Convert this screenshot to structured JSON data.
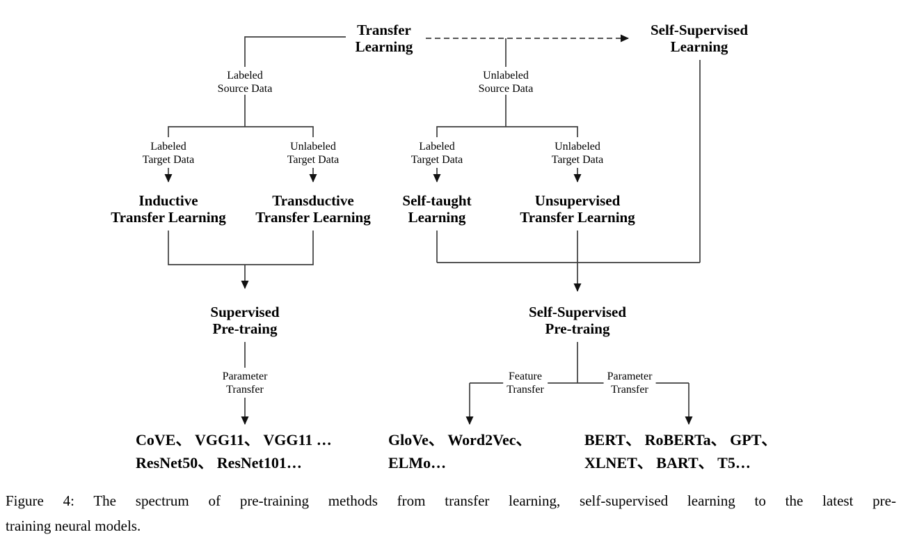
{
  "figure": {
    "type": "taxonomy-flowchart",
    "colors": {
      "line": "#3d3d3d",
      "arrow": "#111111",
      "text": "#000000",
      "background": "#ffffff"
    },
    "nodes": {
      "transfer_learning": {
        "line1": "Transfer",
        "line2": "Learning"
      },
      "self_supervised_learning": {
        "line1": "Self-Supervised",
        "line2": "Learning"
      },
      "labeled_source": {
        "line1": "Labeled",
        "line2": "Source Data"
      },
      "unlabeled_source": {
        "line1": "Unlabeled",
        "line2": "Source Data"
      },
      "labeled_target_left": {
        "line1": "Labeled",
        "line2": "Target Data"
      },
      "unlabeled_target_left": {
        "line1": "Unlabeled",
        "line2": "Target Data"
      },
      "labeled_target_right": {
        "line1": "Labeled",
        "line2": "Target Data"
      },
      "unlabeled_target_right": {
        "line1": "Unlabeled",
        "line2": "Target Data"
      },
      "inductive": {
        "line1": "Inductive",
        "line2": "Transfer Learning"
      },
      "transductive": {
        "line1": "Transductive",
        "line2": "Transfer Learning"
      },
      "self_taught": {
        "line1": "Self-taught",
        "line2": "Learning"
      },
      "unsupervised": {
        "line1": "Unsupervised",
        "line2": "Transfer Learning"
      },
      "supervised_pretraining": {
        "line1": "Supervised",
        "line2": "Pre-traing"
      },
      "self_supervised_pretraining": {
        "line1": "Self-Supervised",
        "line2": "Pre-traing"
      },
      "parameter_transfer_left": {
        "line1": "Parameter",
        "line2": "Transfer"
      },
      "feature_transfer": {
        "line1": "Feature",
        "line2": "Transfer"
      },
      "parameter_transfer_right": {
        "line1": "Parameter",
        "line2": "Transfer"
      }
    },
    "model_lists": {
      "supervised": {
        "line1": "CoVE、 VGG11、 VGG11 …",
        "line2": "ResNet50、 ResNet101…"
      },
      "feature": {
        "line1": "GloVe、 Word2Vec、",
        "line2": "ELMo…"
      },
      "parameter": {
        "line1": "BERT、 RoBERTa、 GPT、",
        "line2": "XLNET、 BART、 T5…"
      }
    },
    "caption": {
      "line1": "Figure 4: The spectrum of pre-training methods from transfer learning, self-supervised learning to the latest pre-",
      "line2": "training neural models."
    }
  }
}
